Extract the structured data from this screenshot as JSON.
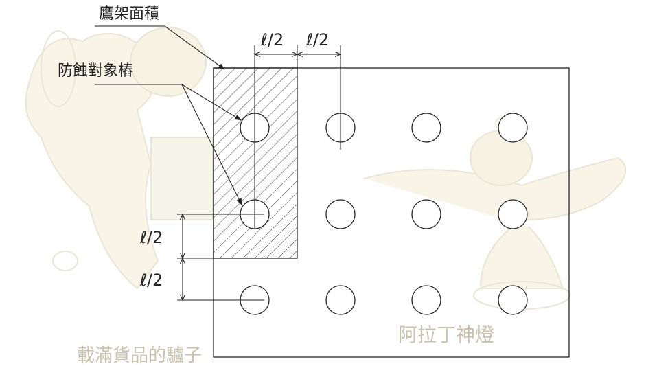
{
  "labels": {
    "shelf_area": "鷹架面積",
    "target_piles": "防蝕對象樁",
    "half_span": "ℓ/2"
  },
  "watermark": {
    "left_caption": "載滿貨品的驢子",
    "right_caption": "阿拉丁神燈"
  },
  "colors": {
    "line": "#222222",
    "watermark": "#c9c2b0",
    "watermark_fill": "#f3ecd6"
  }
}
